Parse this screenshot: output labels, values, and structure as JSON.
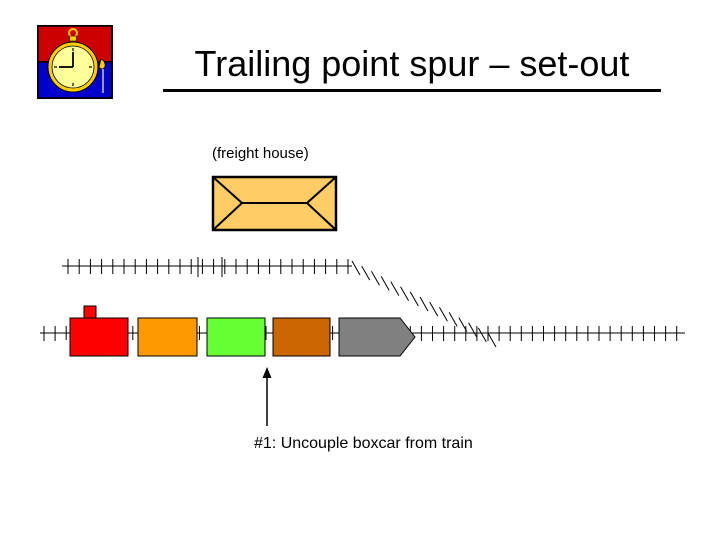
{
  "slide": {
    "title": "Trailing point spur – set-out",
    "building_caption": "(freight house)",
    "step_text": "#1:  Uncouple boxcar from train"
  },
  "colors": {
    "locomotive": "#ff0000",
    "car_orange": "#ff9900",
    "car_green": "#66ff33",
    "car_brown": "#cc6600",
    "car_gray": "#808080",
    "freight_house": "#ffcc66",
    "logo_red": "#cc0000",
    "logo_blue": "#0000cc",
    "logo_watch": "#ffff99",
    "logo_gold": "#ffcc00"
  },
  "icons": {
    "logo": "pocket-watch-icon",
    "pointer": "arrow-up-icon"
  }
}
